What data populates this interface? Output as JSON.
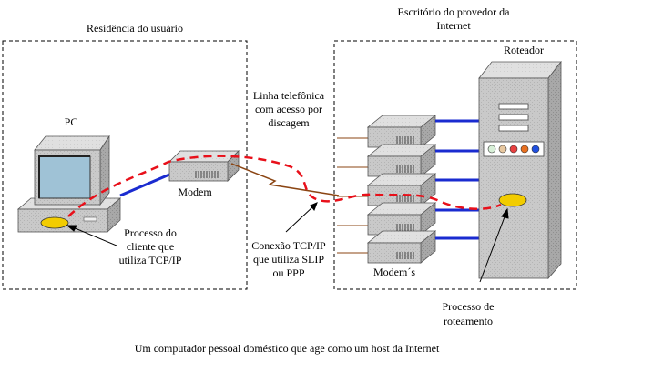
{
  "colors": {
    "dashed_connection": "#e8101a",
    "ethernet_link": "#1a2bd0",
    "phone_line": "#8b4513",
    "process_marker": "#f2cc00",
    "device_gray": "#c9c9c9",
    "screen_blue": "#9fc2d6"
  },
  "labels": {
    "residence_title": "Residência do usuário",
    "isp_title_line1": "Escritório do provedor da",
    "isp_title_line2": "Internet",
    "router_label": "Roteador",
    "pc_label": "PC",
    "modem_label": "Modem",
    "phone_line_1": "Linha telefônica",
    "phone_line_2": "com  acesso por",
    "phone_line_3": "discagem",
    "client_process_1": "Processo do",
    "client_process_2": "cliente que",
    "client_process_3": "utiliza TCP/IP",
    "tcpip_conn_1": "Conexão TCP/IP",
    "tcpip_conn_2": "que utiliza SLIP",
    "tcpip_conn_3": "ou PPP",
    "modems_label": "Modem´s",
    "routing_process_1": "Processo de",
    "routing_process_2": "roteamento",
    "caption": "Um computador pessoal doméstico que age como um host da Internet"
  },
  "router_lights": [
    "#d8f0d8",
    "#e8c8a0",
    "#e84040",
    "#e87020",
    "#2050e0"
  ]
}
